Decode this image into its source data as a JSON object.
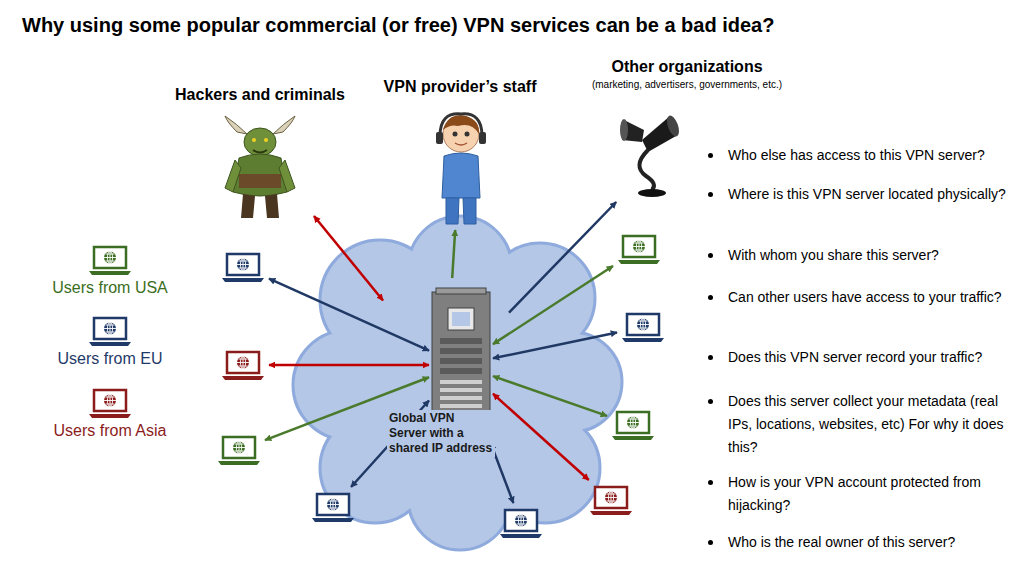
{
  "diagram": {
    "title": "Why using some popular commercial (or free) VPN services can be a bad idea?",
    "nodes": [
      {
        "text": [
          "Hackers and criminals"
        ]
      },
      {
        "text": [
          "VPN provider’s staff"
        ]
      },
      {
        "text": [
          "Other organizations",
          "(marketing, advertisers, governments, etc.)"
        ]
      },
      {
        "text": [
          "Global VPN Server with a shared IP address"
        ]
      }
    ],
    "edges": [
      {
        "from": 0,
        "to": 3,
        "arrow": "both"
      },
      {
        "from": 3,
        "to": 1,
        "arrow": "to"
      },
      {
        "from": 3,
        "to": 2,
        "arrow": "to"
      }
    ],
    "labels": [
      "Who else has access to this VPN server?",
      "Where is this VPN server located physically?",
      "With whom you share this server?",
      "Can other users have access to your traffic?",
      "Does this VPN server record your traffic?",
      "Does this server collect your metadata (real IPs, locations, websites, etc) For why it does this?",
      "How is your VPN account protected from hijacking?",
      "Who is the real owner of this server?"
    ],
    "legend": [
      {
        "text": "Users from USA",
        "color": "#3b6e22"
      },
      {
        "text": "Users from EU",
        "color": "#1f3a68"
      },
      {
        "text": "Users from Asia",
        "color": "#8b1c1c"
      }
    ]
  }
}
